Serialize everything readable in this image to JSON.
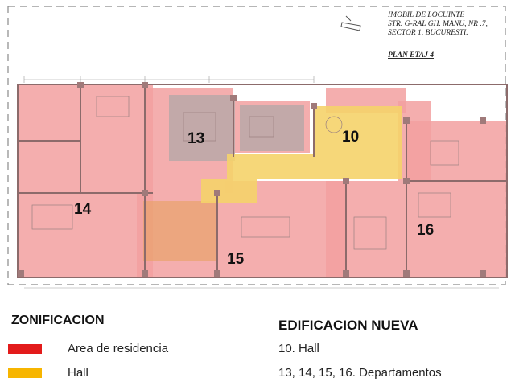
{
  "header": {
    "line1": "IMOBIL DE LOCUINTE",
    "line2": "STR. G-RAL GH. MANU, NR .7,",
    "line3": "SECTOR 1, BUCURESTI.",
    "plan_title": "PLAN ETAJ 4"
  },
  "zones": [
    {
      "number": "10",
      "type": "hall"
    },
    {
      "number": "13",
      "type": "apartment"
    },
    {
      "number": "14",
      "type": "apartment"
    },
    {
      "number": "15",
      "type": "apartment"
    },
    {
      "number": "16",
      "type": "apartment"
    }
  ],
  "legend": {
    "title": "ZONIFICACION",
    "items": [
      {
        "label": "Area de residencia",
        "color": "#e31b1b"
      },
      {
        "label": "Hall",
        "color": "#f7b500"
      }
    ]
  },
  "notes": {
    "title": "EDIFICACION NUEVA",
    "line1": "10.   Hall",
    "line2": "13, 14, 15, 16. Departamentos"
  },
  "colors": {
    "residence_overlay": "#f2a0a0",
    "hall_overlay": "#f5d36a",
    "gray_overlay": "#b8a8a8",
    "wall": "#8c6b6b"
  }
}
